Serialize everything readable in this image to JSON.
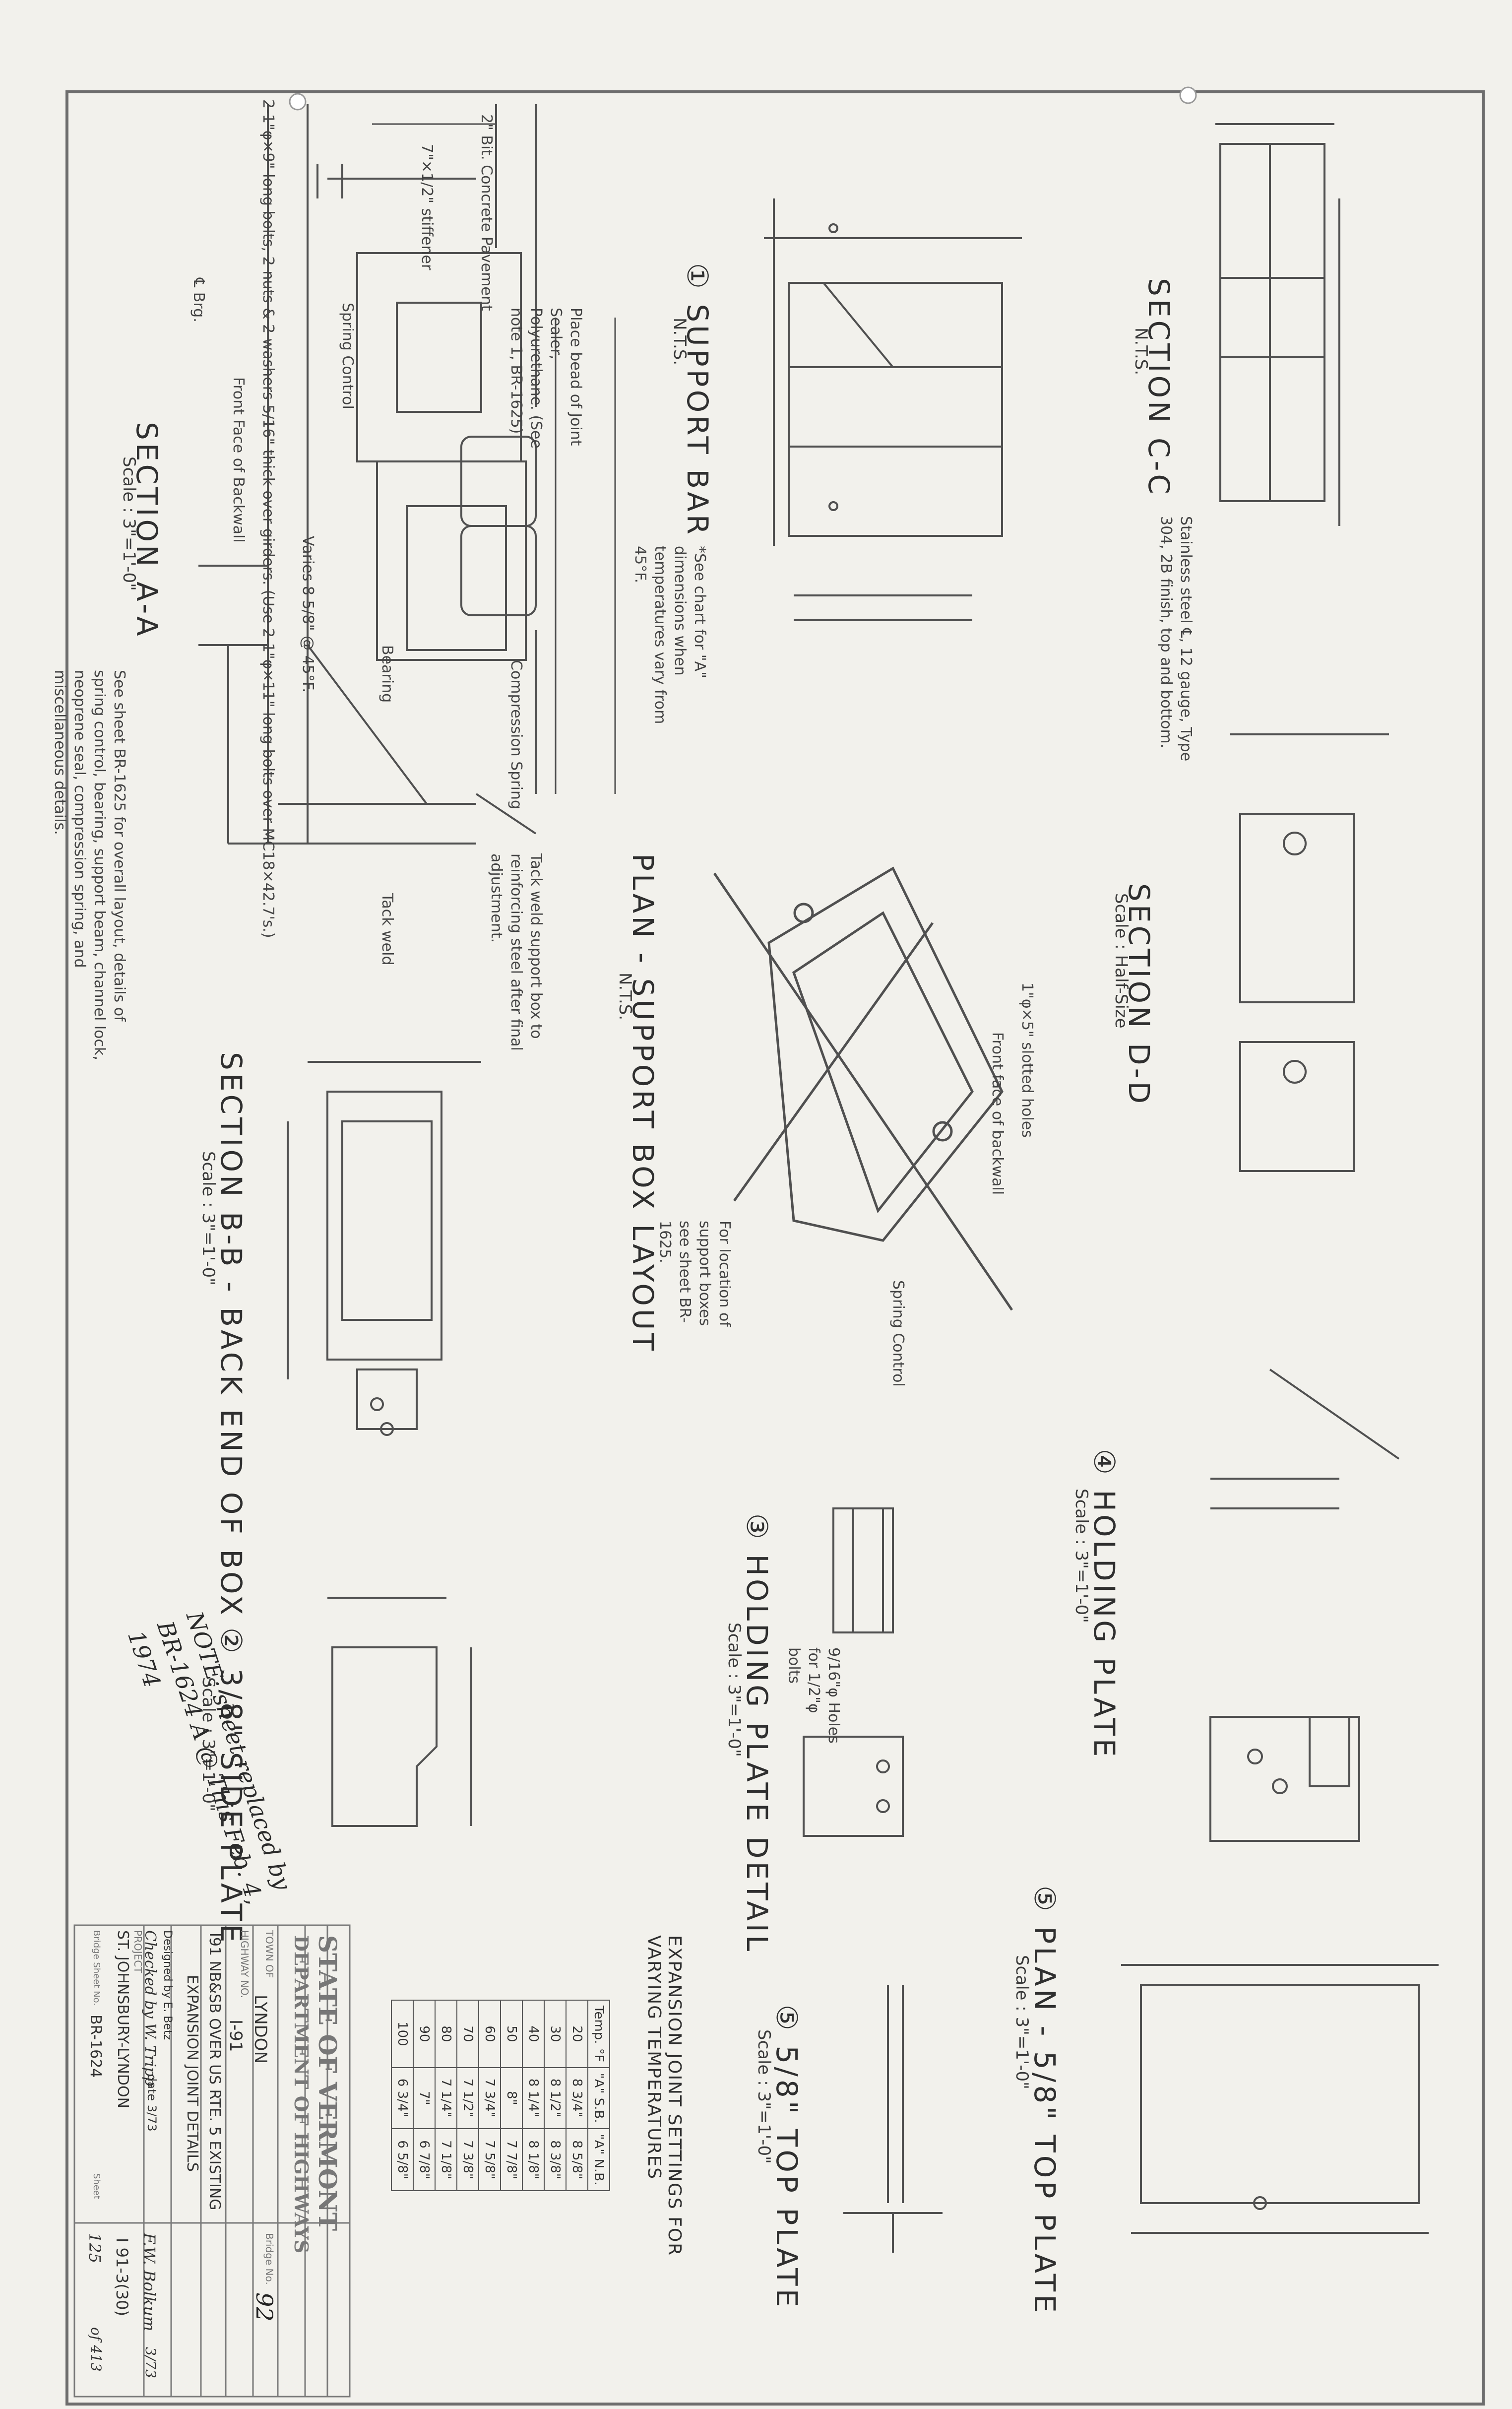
{
  "sheet": {
    "section_aa": {
      "title": "SECTION A-A",
      "scale": "Scale : 3\"=1'-0\"",
      "note": "See sheet BR-1625 for overall layout, details of spring control, bearing, support beam, channel lock, neoprene seal, compression spring, and miscellaneous details.",
      "labels": [
        "2-1\"φ×9\" long bolts, 2 nuts & 2 washers 5/16\" thick over girders. (Use 2-1\"φ×11\" long bolts over MC18×42.7's.)",
        "2\" Bit. Concrete Pavement",
        "7\"×1/2\" stiffener",
        "Spring Control",
        "Front Face of Backwall",
        "Bearing",
        "Tack weld",
        "℄ Brg.",
        "Place bead of Joint Sealer, Polyurethane. (See note 1, BR-1625)",
        "Compression Spring",
        "Varies 8 5/8\" @ 45°F."
      ]
    },
    "support_bar": {
      "title": "① SUPPORT BAR",
      "scale": "N.T.S.",
      "note": "*See chart for \"A\" dimensions when temperatures vary from 45°F."
    },
    "plan_box": {
      "title": "PLAN - SUPPORT BOX LAYOUT",
      "scale": "N.T.S.",
      "note": "For location of support boxes see sheet BR-1625.",
      "labels": [
        "Front face of backwall",
        "1\"φ×5\" slotted holes",
        "Spring Control",
        "Tack weld support box to reinforcing steel after final adjustment."
      ]
    },
    "section_bb": {
      "title": "SECTION B-B - BACK END OF BOX",
      "scale": "Scale : 3\"=1'-0\""
    },
    "section_cc": {
      "title": "SECTION C-C",
      "scale": "N.T.S.",
      "note": "Stainless steel ℄, 12 gauge, Type 304, 2B finish, top and bottom."
    },
    "section_dd": {
      "title": "SECTION D-D",
      "scale": "Scale : Half-Size"
    },
    "holding_plate": {
      "title": "④ HOLDING PLATE",
      "scale": "Scale : 3\"=1'-0\""
    },
    "holding_plate_detail": {
      "title": "③ HOLDING PLATE DETAIL",
      "scale": "Scale : 3\"=1'-0\"",
      "note": "9/16\"φ Holes for 1/2\"φ bolts"
    },
    "side_plate": {
      "title": "② 3/8\" SIDE PLATE",
      "scale": "Scale : 3\"=1'-0\""
    },
    "top_plate": {
      "title": "⑤ 5/8\" TOP PLATE",
      "scale": "Scale : 3\"=1'-0\""
    },
    "plan_top_plate": {
      "title": "⑤ PLAN - 5/8\" TOP PLATE",
      "scale": "Scale : 3\"=1'-0\""
    },
    "temp_table": {
      "title": "EXPANSION JOINT SETTINGS FOR VARYING TEMPERATURES",
      "headers": [
        "Temp. °F",
        "\"A\" S.B.",
        "\"A\" N.B."
      ],
      "rows": [
        [
          "20",
          "8 3/4\"",
          "8 5/8\""
        ],
        [
          "30",
          "8 1/2\"",
          "8 3/8\""
        ],
        [
          "40",
          "8 1/4\"",
          "8 1/8\""
        ],
        [
          "50",
          "8\"",
          "7 7/8\""
        ],
        [
          "60",
          "7 3/4\"",
          "7 5/8\""
        ],
        [
          "70",
          "7 1/2\"",
          "7 3/8\""
        ],
        [
          "80",
          "7 1/4\"",
          "7 1/8\""
        ],
        [
          "90",
          "7\"",
          "6 7/8\""
        ],
        [
          "100",
          "6 3/4\"",
          "6 5/8\""
        ]
      ]
    },
    "pencil_note": "NOTE: sheet replaced by BR-1624 A @ This  Feb. 4, 1974"
  },
  "title_block": {
    "state": "STATE OF VERMONT",
    "department": "DEPARTMENT OF HIGHWAYS",
    "town_label": "TOWN OF",
    "town": "LYNDON",
    "highway_label": "HIGHWAY NO.",
    "highway": "I-91",
    "bridge_label": "Bridge No.",
    "bridge": "92",
    "project_line": "I91 NB&SB OVER US RTE. 5 EXISTING",
    "detail_line": "EXPANSION JOINT DETAILS",
    "designed_by": "Designed by  E. Betz",
    "checked_by": "Checked by  W. Tripp",
    "date": "date 3/73",
    "bridge_engineer": "F.W. Bolkum",
    "engineer_date": "3/73",
    "project_label": "PROJECT",
    "project": "ST. JOHNSBURY-LYNDON",
    "project_no": "I 91-3(30)",
    "sheet_no_label": "Bridge Sheet No.",
    "sheet_no": "BR-1624",
    "sheet_label": "Sheet",
    "sheet": "125",
    "of": "of 413"
  }
}
